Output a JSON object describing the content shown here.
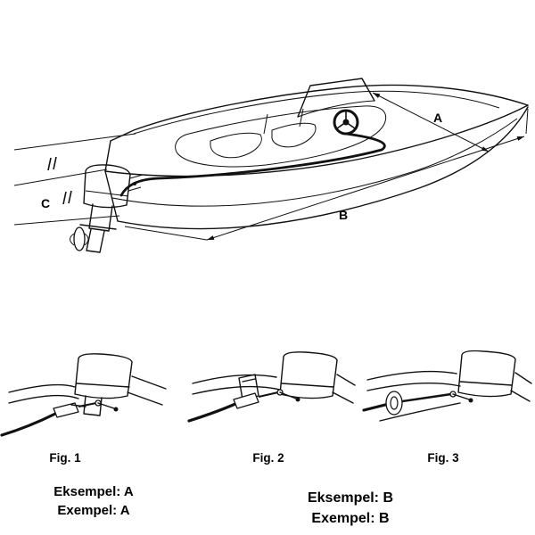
{
  "page": {
    "background": "#ffffff",
    "ink": "#111111"
  },
  "boat_diagram": {
    "description": "outboard-boat-with-steering-cable-measurement-diagram",
    "dimension_labels": {
      "a": "A",
      "b": "B",
      "c": "C"
    }
  },
  "figures": [
    {
      "label": "Fig. 1"
    },
    {
      "label": "Fig. 2"
    },
    {
      "label": "Fig. 3"
    }
  ],
  "examples": {
    "a": {
      "line1": "Eksempel: A",
      "line2": "Exempel: A"
    },
    "b": {
      "line1": "Eksempel: B",
      "line2": "Exempel: B"
    }
  }
}
